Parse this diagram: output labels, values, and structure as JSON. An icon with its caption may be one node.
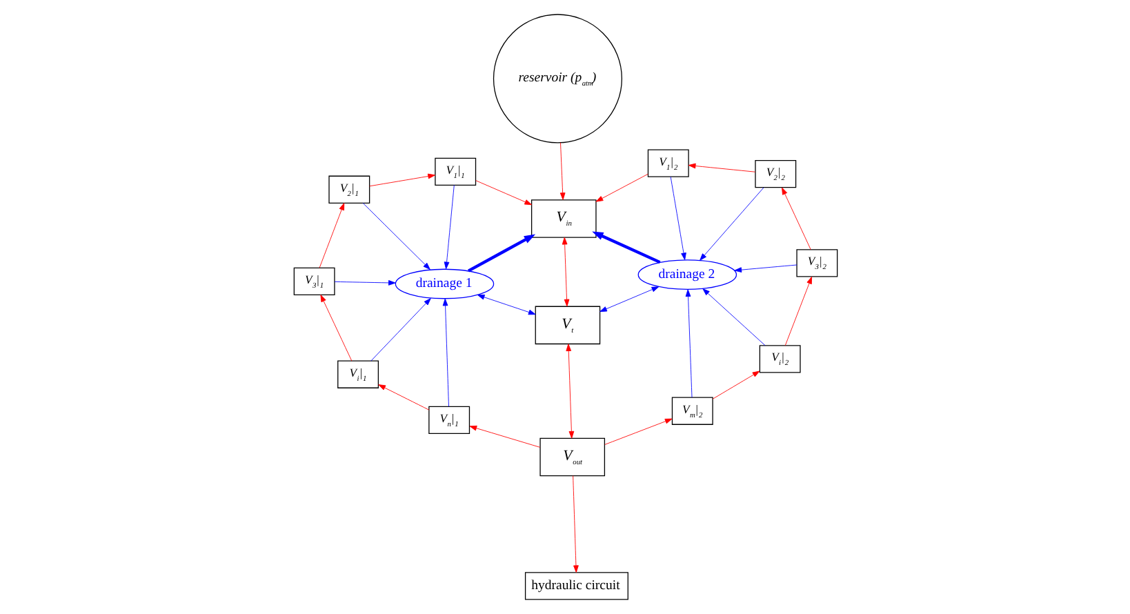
{
  "diagram": {
    "nodes": [
      {
        "text": [
          "V$_{3}$|$_{1}$"
        ]
      },
      {
        "text": [
          "V$_{2}$|$_{1}$"
        ]
      },
      {
        "text": [
          "V$_{i}$|$_{1}$"
        ]
      },
      {
        "text": [
          "V$_{1}$|$_{1}$"
        ]
      },
      {
        "text": [
          "drainage 1"
        ]
      },
      {
        "text": [
          "V$_{n}$|$_{1}$"
        ]
      },
      {
        "text": [
          "reservoir (p$_{atm}$)"
        ]
      },
      {
        "text": [
          "V$_{in}$"
        ]
      },
      {
        "text": [
          "V$_{t}$"
        ]
      },
      {
        "text": [
          "V$_{out}$"
        ]
      },
      {
        "text": [
          "hydraulic circuit"
        ]
      },
      {
        "text": [
          "V$_{1}$|$_{2}$"
        ]
      },
      {
        "text": [
          "drainage 2"
        ]
      },
      {
        "text": [
          "V$_{m}$|$_{2}$"
        ]
      },
      {
        "text": [
          "V$_{2}$|$_{2}$"
        ]
      },
      {
        "text": [
          "V$_{i}$|$_{2}$"
        ]
      },
      {
        "text": [
          "V$_{3}$|$_{2}$"
        ]
      }
    ],
    "edges": [
      {
        "from": 6,
        "to": 7,
        "arrow": "to"
      },
      {
        "from": 7,
        "to": 8,
        "arrow": "both"
      },
      {
        "from": 8,
        "to": 9,
        "arrow": "both"
      },
      {
        "from": 9,
        "to": 10,
        "arrow": "to"
      },
      {
        "from": 9,
        "to": 5,
        "arrow": "to"
      },
      {
        "from": 5,
        "to": 2,
        "arrow": "to"
      },
      {
        "from": 2,
        "to": 0,
        "arrow": "to"
      },
      {
        "from": 0,
        "to": 1,
        "arrow": "to"
      },
      {
        "from": 1,
        "to": 3,
        "arrow": "to"
      },
      {
        "from": 3,
        "to": 7,
        "arrow": "to"
      },
      {
        "from": 9,
        "to": 13,
        "arrow": "to"
      },
      {
        "from": 13,
        "to": 15,
        "arrow": "to"
      },
      {
        "from": 15,
        "to": 16,
        "arrow": "to"
      },
      {
        "from": 16,
        "to": 14,
        "arrow": "to"
      },
      {
        "from": 14,
        "to": 11,
        "arrow": "to"
      },
      {
        "from": 11,
        "to": 7,
        "arrow": "to"
      },
      {
        "from": 1,
        "to": 4,
        "arrow": "to",
        "color": "#0000ff"
      },
      {
        "from": 0,
        "to": 4,
        "arrow": "to",
        "color": "#0000ff"
      },
      {
        "from": 2,
        "to": 4,
        "arrow": "to",
        "color": "#0000ff"
      },
      {
        "from": 3,
        "to": 4,
        "arrow": "to",
        "color": "#0000ff"
      },
      {
        "from": 5,
        "to": 4,
        "arrow": "to",
        "color": "#0000ff"
      },
      {
        "from": 4,
        "to": 7,
        "arrow": "to",
        "style": "thick",
        "color": "#0000ff"
      },
      {
        "from": 4,
        "to": 8,
        "arrow": "both",
        "color": "#0000ff"
      },
      {
        "from": 11,
        "to": 12,
        "arrow": "to",
        "color": "#0000ff"
      },
      {
        "from": 14,
        "to": 12,
        "arrow": "to",
        "color": "#0000ff"
      },
      {
        "from": 16,
        "to": 12,
        "arrow": "to",
        "color": "#0000ff"
      },
      {
        "from": 15,
        "to": 12,
        "arrow": "to",
        "color": "#0000ff"
      },
      {
        "from": 13,
        "to": 12,
        "arrow": "to",
        "color": "#0000ff"
      },
      {
        "from": 12,
        "to": 7,
        "arrow": "to",
        "style": "thick",
        "color": "#0000ff"
      },
      {
        "from": 12,
        "to": 8,
        "arrow": "both",
        "color": "#0000ff"
      }
    ]
  }
}
